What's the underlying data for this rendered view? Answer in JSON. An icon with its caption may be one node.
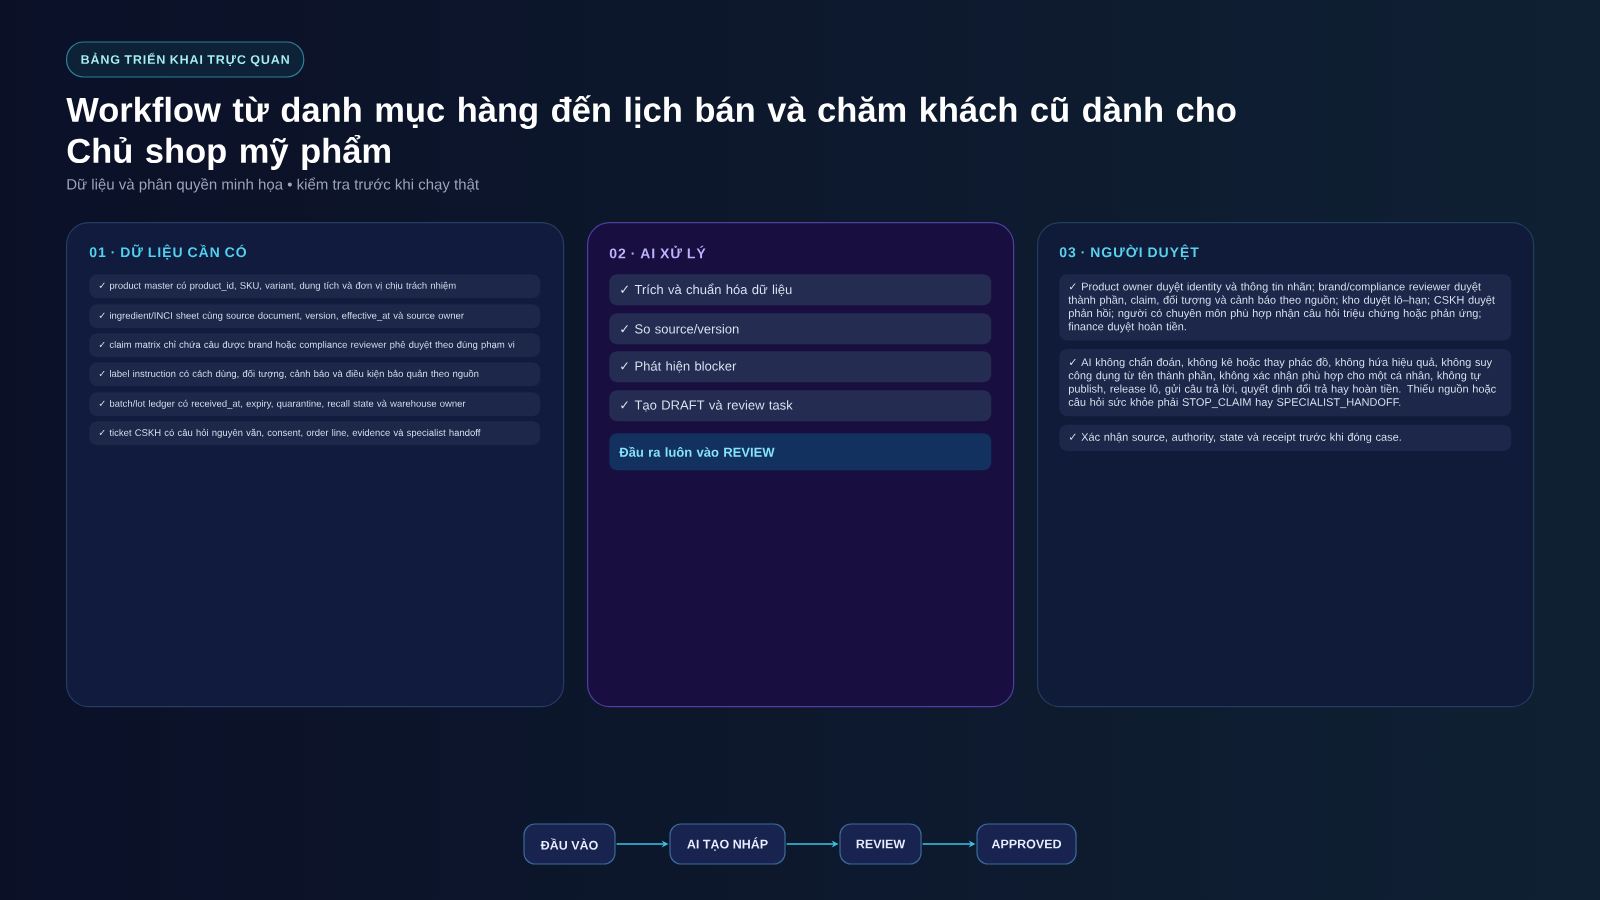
{
  "diagram": {
    "title": "Workflow từ danh mục hàng đến lịch bán và chăm khách cũ dành cho Chủ shop mỹ phẩm",
    "nodes": [
      {
        "text": [
          "BẢNG TRIỂN KHAI TRỰC QUAN"
        ]
      },
      {
        "text": [
          "01 · DỮ LIỆU CẦN CÓ"
        ]
      },
      {
        "text": [
          "✓ product master có product_id, SKU, variant, dung tích và đơn vị chịu trách nhiệm"
        ],
        "in": 1
      },
      {
        "text": [
          "✓ ingredient/INCI sheet cùng source document, version, effective_at và source owner"
        ],
        "in": 1
      },
      {
        "text": [
          "✓ claim matrix chỉ chứa câu được brand hoặc compliance reviewer phê duyệt theo đúng phạm vi"
        ],
        "in": 1
      },
      {
        "text": [
          "✓ label instruction có cách dùng, đối tượng, cảnh báo và điều kiện bảo quản theo nguồn"
        ],
        "in": 1
      },
      {
        "text": [
          "✓ batch/lot ledger có received_at, expiry, quarantine, recall state và warehouse owner"
        ],
        "in": 1
      },
      {
        "text": [
          "✓ ticket CSKH có câu hỏi nguyên văn, consent, order line, evidence và specialist handoff"
        ],
        "in": 1
      },
      {
        "text": [
          "02 · AI XỬ LÝ"
        ]
      },
      {
        "text": [
          "✓ Trích và chuẩn hóa dữ liệu"
        ],
        "in": 8
      },
      {
        "text": [
          "✓ So source/version"
        ],
        "in": 8
      },
      {
        "text": [
          "✓ Phát hiện blocker"
        ],
        "in": 8
      },
      {
        "text": [
          "✓ Tạo DRAFT và review task"
        ],
        "in": 8
      },
      {
        "text": [
          "Đầu ra luôn vào REVIEW"
        ],
        "in": 8
      },
      {
        "text": [
          "03 · NGƯỜI DUYỆT"
        ]
      },
      {
        "text": [
          "✓ Product owner duyệt identity và thông tin nhãn; brand/compliance reviewer duyệt thành phần, claim, đối tượng và cảnh báo theo nguồn; kho duyệt lô–hạn; CSKH duyệt phản hồi; người có chuyên môn phù hợp nhận câu hỏi triệu chứng hoặc phản ứng; finance duyệt hoàn tiền."
        ],
        "in": 14
      },
      {
        "text": [
          "✓ AI không chẩn đoán, không kê hoặc thay phác đồ, không hứa hiệu quả, không suy công dụng từ tên thành phần, không xác nhận phù hợp cho một cá nhân, không tự publish, release lô, gửi câu trả lời, quyết định đổi trả hay hoàn tiền. Thiếu nguồn hoặc câu hỏi sức khỏe phải STOP_CLAIM hay SPECIALIST_HANDOFF."
        ],
        "in": 14
      },
      {
        "text": [
          "✓ Xác nhận source, authority, state và receipt trước khi đóng case."
        ],
        "in": 14
      },
      {
        "text": [
          "ĐẦU VÀO"
        ]
      },
      {
        "text": [
          "AI TẠO NHÁP"
        ]
      },
      {
        "text": [
          "REVIEW"
        ]
      },
      {
        "text": [
          "APPROVED"
        ]
      }
    ],
    "edges": [
      {
        "from": 18,
        "to": 19,
        "arrow": "to"
      },
      {
        "from": 19,
        "to": 20,
        "arrow": "to"
      },
      {
        "from": 20,
        "to": 21,
        "arrow": "to"
      }
    ],
    "labels": [
      "Dữ liệu và phân quyền minh họa • kiểm tra trước khi chạy thật"
    ]
  }
}
